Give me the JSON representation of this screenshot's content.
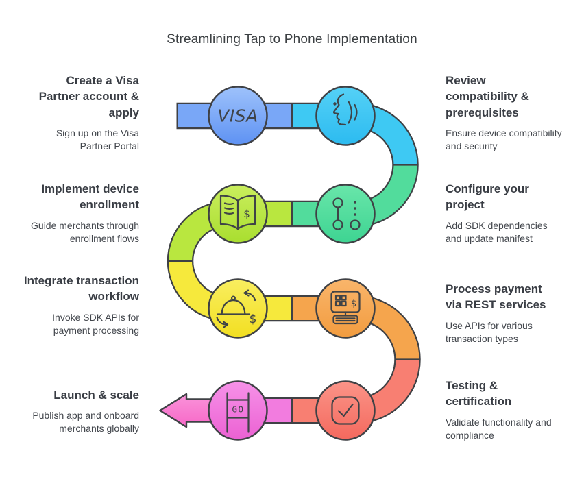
{
  "title": "Streamlining Tap to Phone Implementation",
  "flow_direction": "serpentine-top-to-bottom",
  "steps": [
    {
      "heading": "Create a Visa Partner account & apply",
      "description": "Sign up on the Visa Partner Portal",
      "icon": "visa-logo",
      "node_label": "VISA",
      "color": "#5e92f3",
      "side": "left",
      "row": 1
    },
    {
      "heading": "Review compatibility & prerequisites",
      "description": "Ensure device compatibility and security",
      "icon": "speaking-head",
      "color": "#2cbbf0",
      "side": "right",
      "row": 1
    },
    {
      "heading": "Configure your project",
      "description": "Add SDK dependencies and update manifest",
      "icon": "commit-graph",
      "color": "#3ed492",
      "side": "right",
      "row": 2
    },
    {
      "heading": "Implement device enrollment",
      "description": "Guide merchants through enrollment flows",
      "icon": "book-dollar",
      "color": "#a9de2f",
      "side": "left",
      "row": 2
    },
    {
      "heading": "Integrate transaction workflow",
      "description": "Invoke SDK APIs for payment processing",
      "icon": "dish-exchange-dollar",
      "color": "#f2df21",
      "side": "left",
      "row": 3
    },
    {
      "heading": "Process payment via REST services",
      "description": "Use APIs for various transaction types",
      "icon": "pos-terminal",
      "color": "#f29c3f",
      "side": "right",
      "row": 3
    },
    {
      "heading": "Testing & certification",
      "description": "Validate functionality and compliance",
      "icon": "check-square",
      "color": "#f4695e",
      "side": "right",
      "row": 4
    },
    {
      "heading": "Launch & scale",
      "description": "Publish app and onboard merchants globally",
      "icon": "go-sign",
      "node_label": "GO",
      "color": "#ec61d3",
      "side": "left",
      "row": 4
    }
  ],
  "outline_color": "#3f4145",
  "text_color": "#3c4043"
}
